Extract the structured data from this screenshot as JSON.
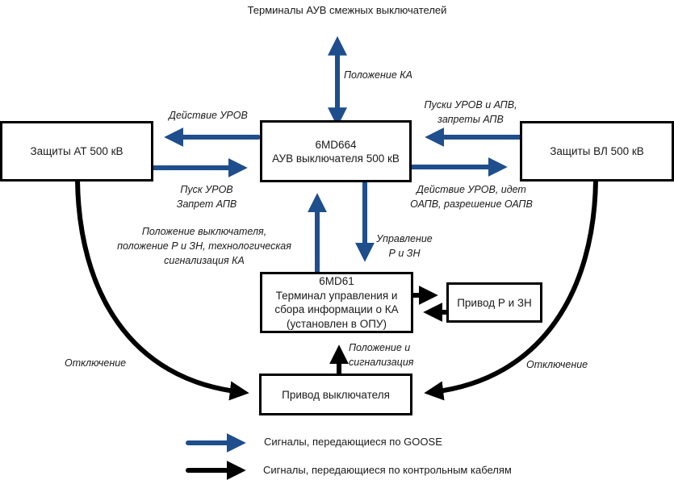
{
  "colors": {
    "goose": "#1f4e8c",
    "cable": "#000000"
  },
  "blocks": {
    "adjacent_terminals": "Терминалы АУВ смежных выключателей",
    "at_protection": "Защиты АТ 500 кВ",
    "auv": {
      "model": "6MD664",
      "name": "АУВ выключателя 500 кВ"
    },
    "vl_protection": "Защиты ВЛ 500 кВ",
    "terminal": {
      "model": "6MD61",
      "line1": "Терминал управления и",
      "line2": "сбора информации о КА",
      "line3": "(установлен в ОПУ)"
    },
    "disconnector_drive": "Привод Р и ЗН",
    "breaker_drive": "Привод выключателя"
  },
  "signals": {
    "ka_position": "Положение КА",
    "urov_action": "Действие УРОВ",
    "urov_start_1": "Пуск УРОВ",
    "urov_start_2": "Запрет АПВ",
    "vl_in_1": "Пуски УРОВ и АПВ,",
    "vl_in_2": "запреты АПВ",
    "vl_out_1": "Действие УРОВ, идет",
    "vl_out_2": "ОАПВ, разрешение ОАПВ",
    "status_1": "Положение выключателя,",
    "status_2": "положение Р и ЗН, технологическая",
    "status_3": "сигнализация КА",
    "control_1": "Управление",
    "control_2": "Р и ЗН",
    "drive_pos_1": "Положение и",
    "drive_pos_2": "сигнализация",
    "trip_left": "Отключение",
    "trip_right": "Отключение"
  },
  "legend": {
    "goose": "Сигналы, передающиеся по GOOSE",
    "cable": "Сигналы, передающиеся по контрольным кабелям"
  }
}
